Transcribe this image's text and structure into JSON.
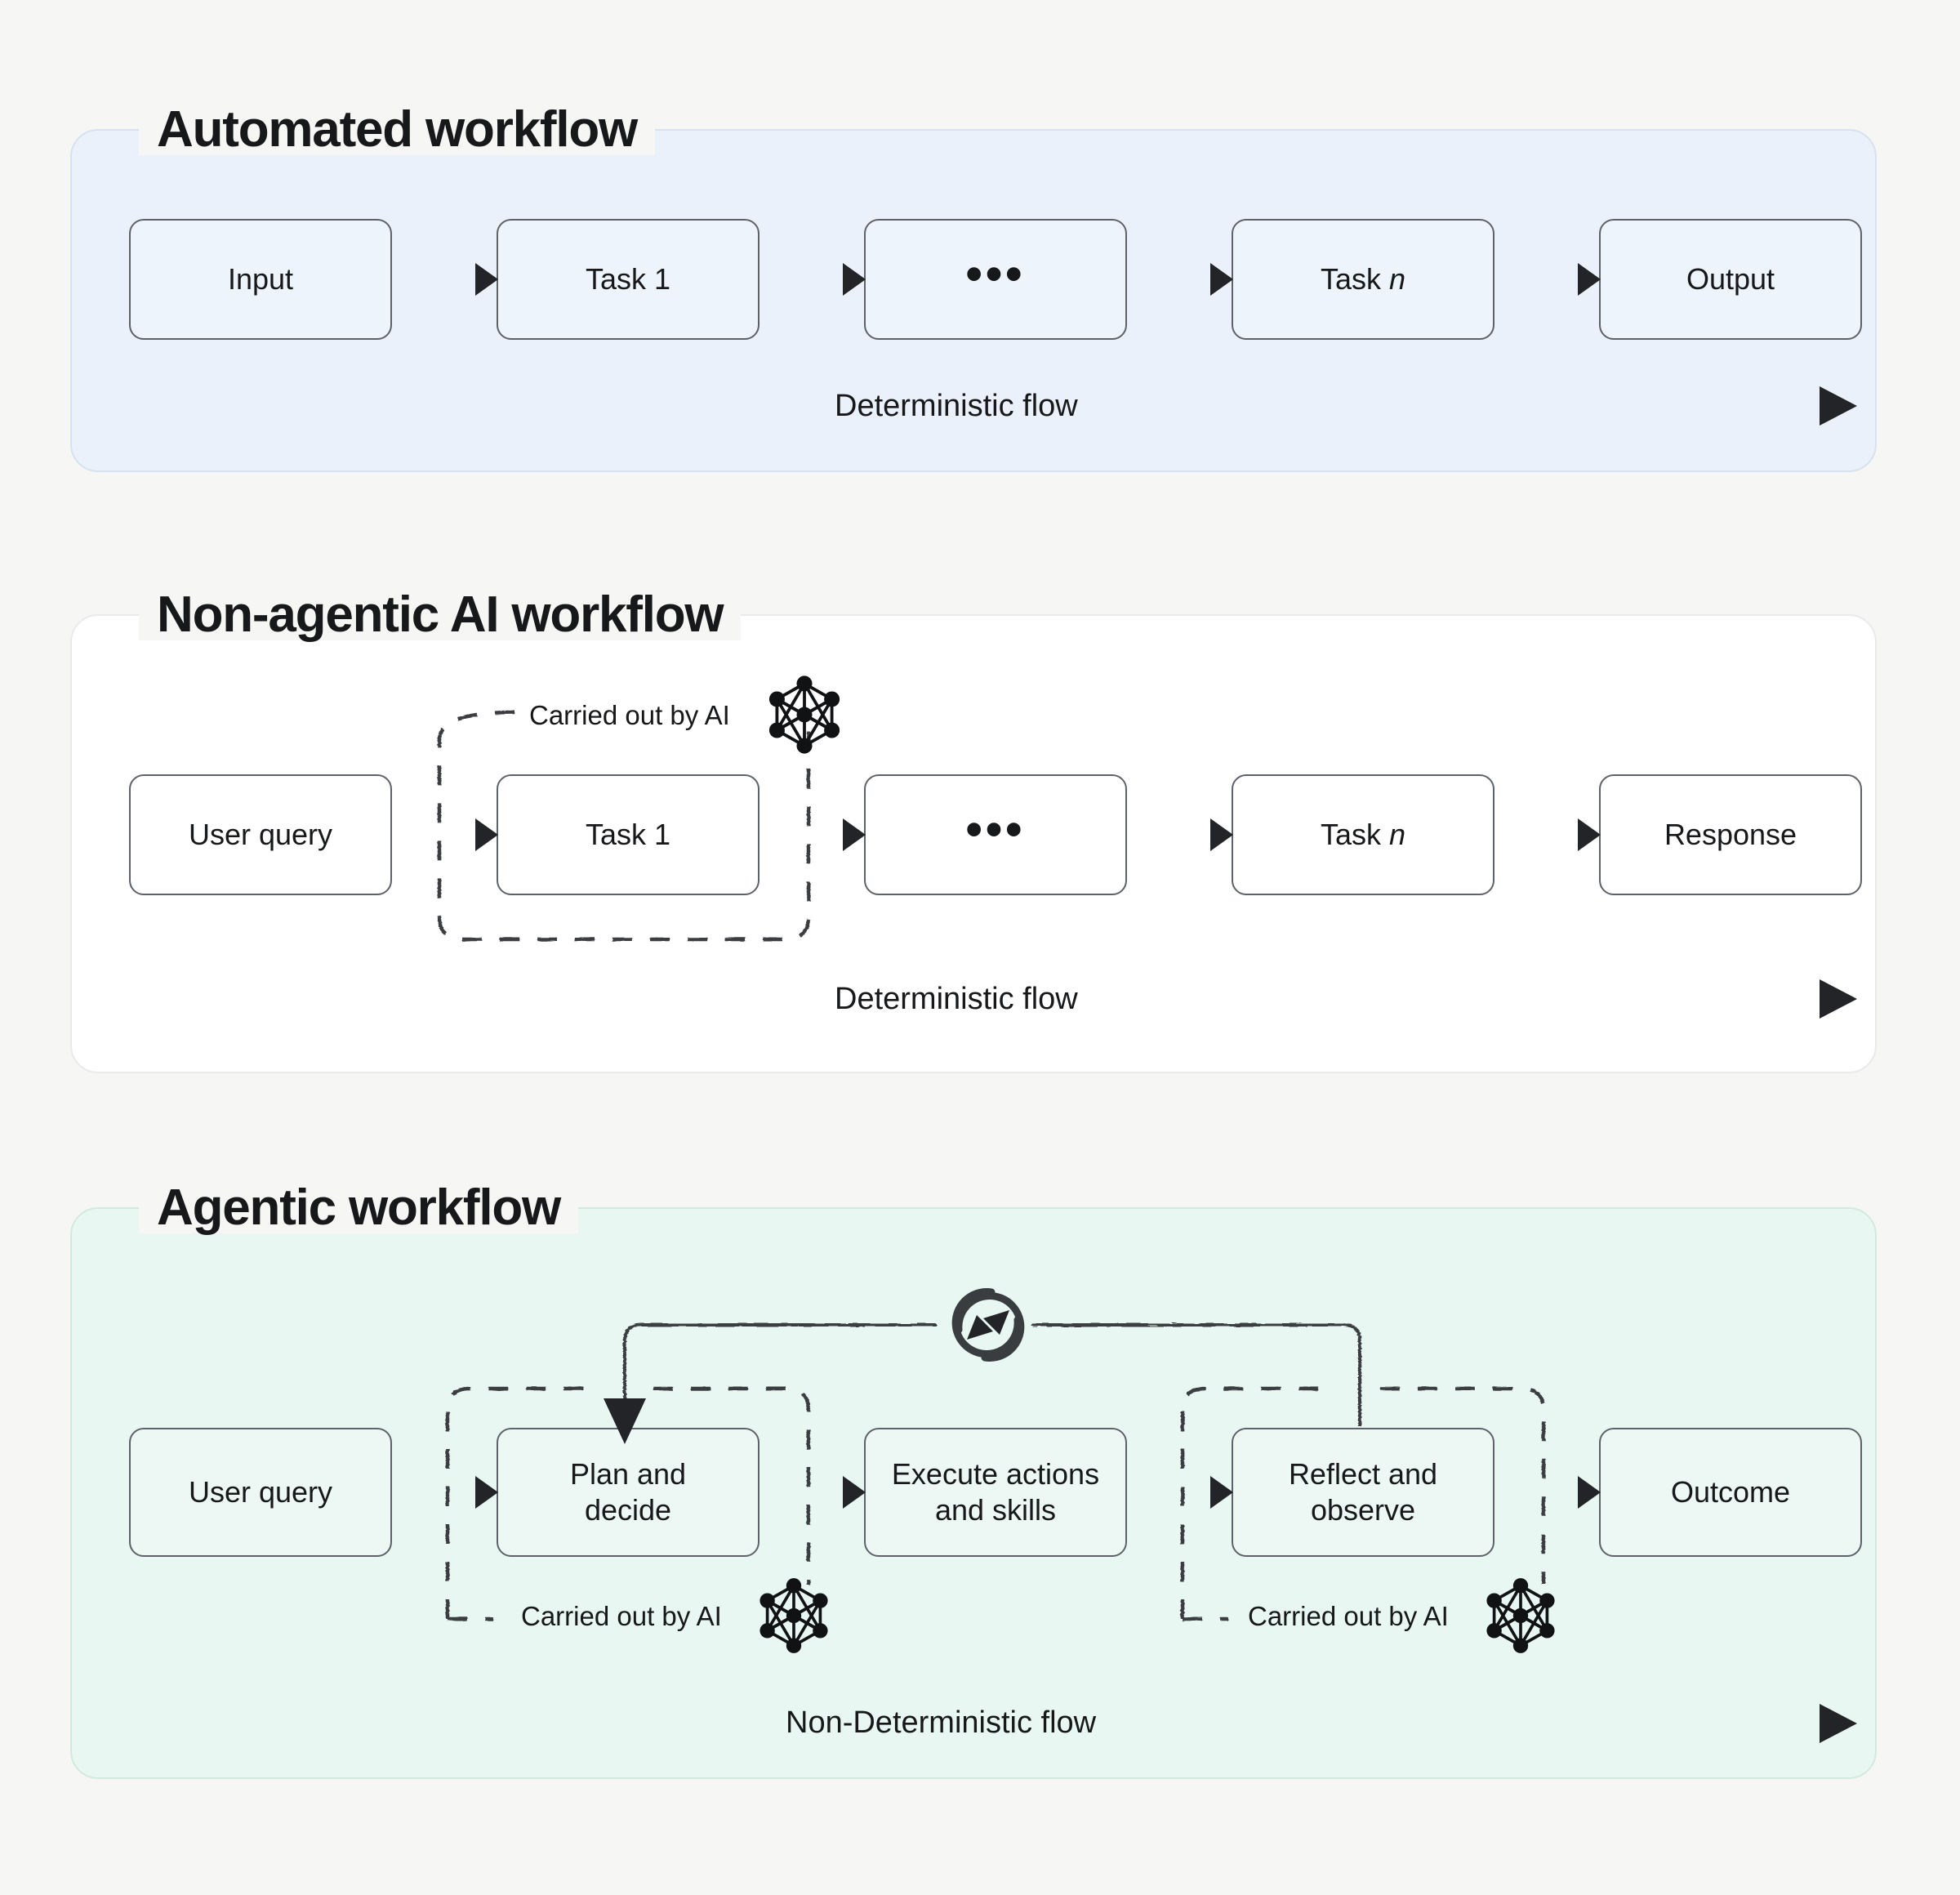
{
  "theme": {
    "page_background": "#f6f6f4",
    "panel_automated_bg": "#eaf1fb",
    "panel_nonagentic_bg": "#ffffff",
    "panel_agentic_bg": "#e8f7f1",
    "node_border": "#5d6268",
    "ink": "#3a3d40",
    "text": "#17181a"
  },
  "panels": [
    {
      "id": "automated",
      "title": "Automated workflow",
      "nodes": [
        {
          "label": "Input",
          "name": "node-input"
        },
        {
          "label": "Task 1",
          "name": "node-task-1"
        },
        {
          "label": "•••",
          "name": "node-ellipsis"
        },
        {
          "label": "Task ",
          "italic": "n",
          "name": "node-task-n"
        },
        {
          "label": "Output",
          "name": "node-output"
        }
      ],
      "flow_label": "Deterministic flow"
    },
    {
      "id": "non-agentic",
      "title": "Non-agentic AI workflow",
      "nodes": [
        {
          "label": "User query",
          "name": "node-user-query"
        },
        {
          "label": "Task 1",
          "name": "node-task-1"
        },
        {
          "label": "•••",
          "name": "node-ellipsis"
        },
        {
          "label": "Task ",
          "italic": "n",
          "name": "node-task-n"
        },
        {
          "label": "Response",
          "name": "node-response"
        }
      ],
      "ai_labels": [
        "Carried out by AI"
      ],
      "flow_label": "Deterministic flow"
    },
    {
      "id": "agentic",
      "title": "Agentic workflow",
      "nodes": [
        {
          "label": "User query",
          "name": "node-user-query"
        },
        {
          "label": "Plan and\ndecide",
          "name": "node-plan-and-decide"
        },
        {
          "label": "Execute actions\nand skills",
          "name": "node-execute-actions"
        },
        {
          "label": "Reflect and\nobserve",
          "name": "node-reflect-and-observe"
        },
        {
          "label": "Outcome",
          "name": "node-outcome"
        }
      ],
      "ai_labels": [
        "Carried out by AI",
        "Carried out by AI"
      ],
      "loop_icon": "refresh-loop-icon",
      "flow_label": "Non-Deterministic flow"
    }
  ],
  "icons": {
    "neural_network": "neural-network-icon",
    "refresh_loop": "refresh-loop-icon",
    "arrow": "arrow-right-icon"
  }
}
